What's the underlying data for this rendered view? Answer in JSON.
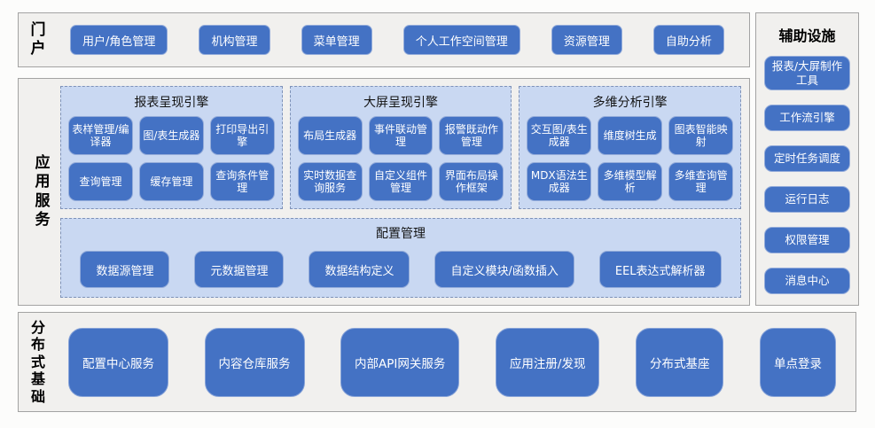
{
  "portal": {
    "label": "门户",
    "buttons": [
      "用户/角色管理",
      "机构管理",
      "菜单管理",
      "个人工作空间管理",
      "资源管理",
      "自助分析"
    ]
  },
  "app_services": {
    "label": "应用服务",
    "engines": [
      {
        "title": "报表呈现引擎",
        "buttons": [
          "表样管理/编译器",
          "图/表生成器",
          "打印导出引擎",
          "查询管理",
          "缓存管理",
          "查询条件管理"
        ]
      },
      {
        "title": "大屏呈现引擎",
        "buttons": [
          "布局生成器",
          "事件联动管理",
          "报警既动作管理",
          "实时数据查询服务",
          "自定义组件管理",
          "界面布局操作框架"
        ]
      },
      {
        "title": "多维分析引擎",
        "buttons": [
          "交互图/表生成器",
          "维度树生成",
          "图表智能映射",
          "MDX语法生成器",
          "多维模型解析",
          "多维查询管理"
        ]
      }
    ],
    "config": {
      "title": "配置管理",
      "buttons": [
        "数据源管理",
        "元数据管理",
        "数据结构定义",
        "自定义模块/函数插入",
        "EEL表达式解析器"
      ]
    }
  },
  "auxiliary": {
    "title": "辅助设施",
    "buttons": [
      "报表/大屏制作工具",
      "工作流引擎",
      "定时任务调度",
      "运行日志",
      "权限管理",
      "消息中心"
    ]
  },
  "distributed": {
    "label": "分布式基础",
    "buttons": [
      "配置中心服务",
      "内容仓库服务",
      "内部API网关服务",
      "应用注册/发现",
      "分布式基座",
      "单点登录"
    ]
  },
  "colors": {
    "node_fill": "#4472c4",
    "node_border": "#94acda",
    "node_text": "#ffffff",
    "engine_panel_fill": "#c9d8f2",
    "engine_panel_border": "#7e92b8",
    "section_fill": "#f1f0ee",
    "section_border": "#a3a3a3",
    "label_text": "#000000"
  }
}
